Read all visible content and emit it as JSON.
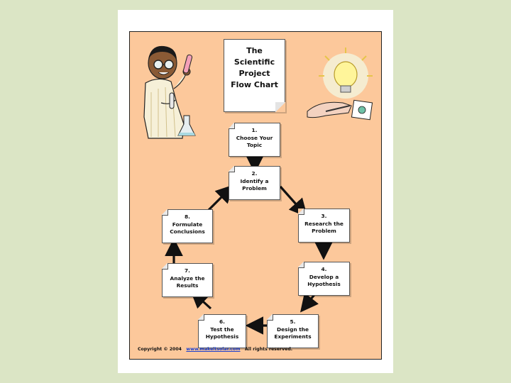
{
  "title": [
    "The",
    "Scientific",
    "Project",
    "Flow Chart"
  ],
  "steps": [
    {
      "num": "1.",
      "lines": [
        "Choose Your",
        "Topic"
      ]
    },
    {
      "num": "2.",
      "lines": [
        "Identify a",
        "Problem"
      ]
    },
    {
      "num": "3.",
      "lines": [
        "Research the",
        "Problem"
      ]
    },
    {
      "num": "4.",
      "lines": [
        "Develop a",
        "Hypothesis"
      ]
    },
    {
      "num": "5.",
      "lines": [
        "Design the",
        "Experiments"
      ]
    },
    {
      "num": "6.",
      "lines": [
        "Test the",
        "Hypothesis"
      ]
    },
    {
      "num": "7.",
      "lines": [
        "Analyze the",
        "Results"
      ]
    },
    {
      "num": "8.",
      "lines": [
        "Formulate",
        "Conclusions"
      ]
    }
  ],
  "copyright": {
    "prefix": "Copyright © 2004",
    "link": "www.makeitsolar.com",
    "suffix": "All rights reserved."
  },
  "colors": {
    "background": "#dbe5c5",
    "panel": "#fcc89b",
    "paper": "#ffffff",
    "link": "#1a3fd0"
  },
  "icons": [
    "scientist-illustration-icon",
    "lightbulb-idea-icon"
  ]
}
